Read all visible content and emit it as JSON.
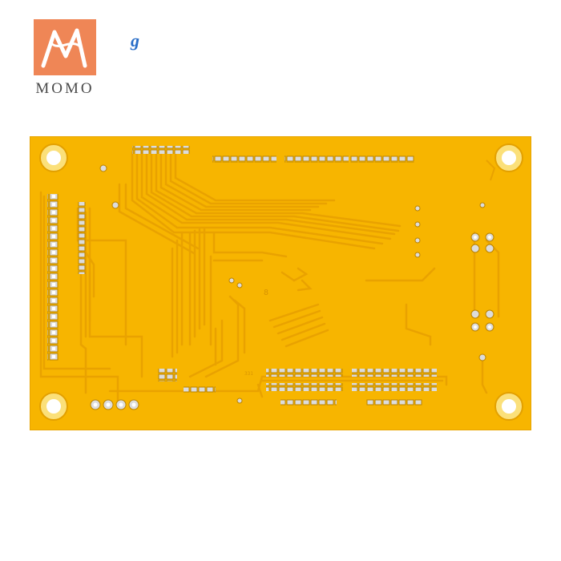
{
  "brand": {
    "logo_icon": "stylized-m-logo-icon",
    "name": "MOMO",
    "mark": "g",
    "colors": {
      "logo_bg": "#ef8656",
      "mark": "#2a6ec8"
    }
  },
  "photo": {
    "subject_icon": "yellow-pcb-board-icon",
    "silkscreen": {
      "digit": "8",
      "label": "331"
    },
    "colors": {
      "board": "#f7b500",
      "trace": "#e9a200",
      "pad": "#dcdcdc",
      "hole": "#ffffff"
    }
  }
}
